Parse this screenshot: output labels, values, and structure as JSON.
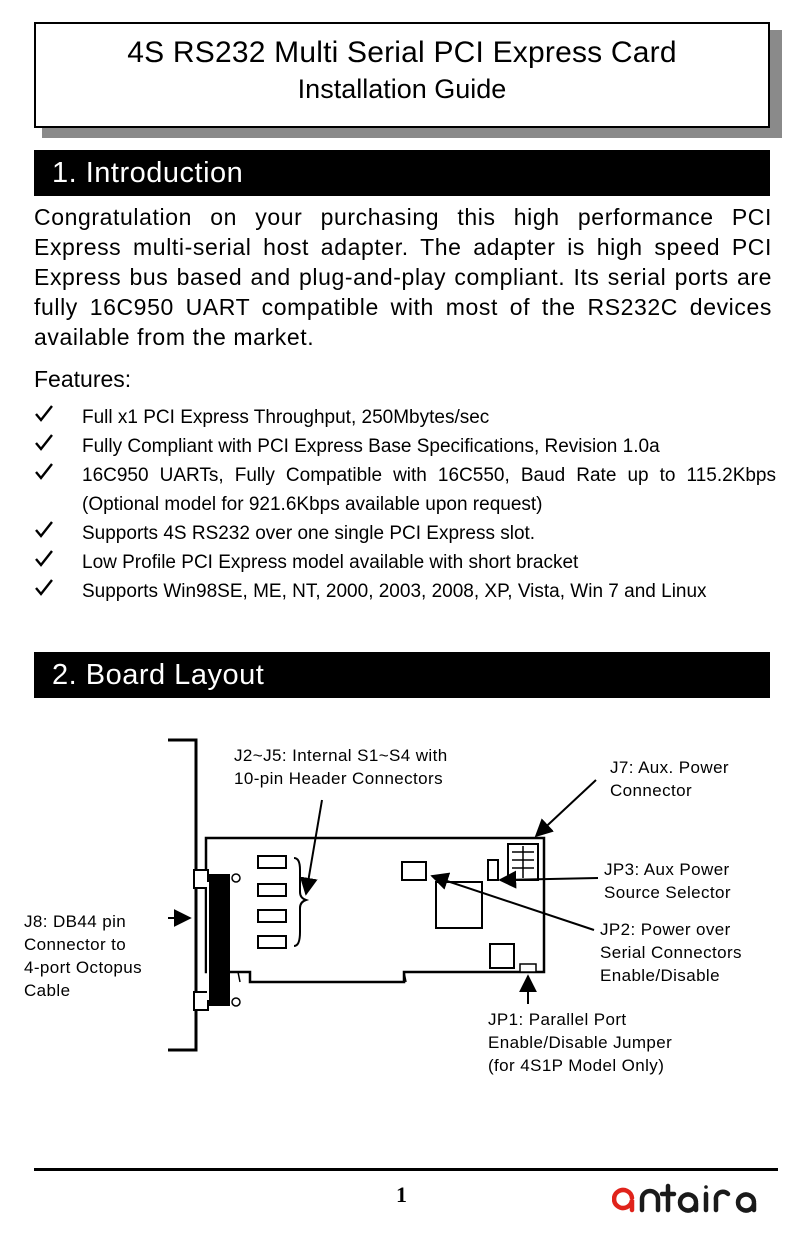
{
  "header": {
    "title": "4S RS232 Multi Serial PCI Express Card",
    "subtitle": "Installation Guide"
  },
  "sections": {
    "introduction": "1. Introduction",
    "board_layout": "2. Board Layout"
  },
  "intro": {
    "paragraph": "Congratulation on your purchasing this high performance PCI Express multi-serial host adapter. The adapter is high speed PCI Express bus based and plug-and-play compliant. Its serial ports are fully 16C950 UART compatible with most of the RS232C devices available from the market."
  },
  "features": {
    "label": "Features:",
    "items": [
      "Full x1 PCI Express Throughput, 250Mbytes/sec",
      "Fully Compliant with PCI Express Base Specifications, Revision 1.0a",
      "16C950 UARTs, Fully Compatible with 16C550, Baud Rate up to 115.2Kbps (Optional model for 921.6Kbps available upon request)",
      "Supports 4S RS232 over one single PCI Express slot.",
      "Low Profile PCI Express model available with short bracket",
      "Supports Win98SE, ME, NT, 2000, 2003, 2008, XP, Vista, Win 7 and Linux"
    ]
  },
  "board_labels": {
    "j2_j5_line1": "J2~J5: Internal S1~S4 with",
    "j2_j5_line2": "10-pin Header Connectors",
    "j7_line1": "J7: Aux. Power",
    "j7_line2": "Connector",
    "jp3_line1": "JP3: Aux Power",
    "jp3_line2": "Source Selector",
    "jp2_line1": "JP2: Power over",
    "jp2_line2": "Serial Connectors",
    "jp2_line3": "Enable/Disable",
    "j8_line1": "J8: DB44 pin",
    "j8_line2": "Connector to",
    "j8_line3": "4-port Octopus",
    "j8_line4": "Cable",
    "jp1_line1": "JP1: Parallel Port",
    "jp1_line2": "Enable/Disable Jumper",
    "jp1_line3": "(for 4S1P Model Only)"
  },
  "footer": {
    "page_number": "1",
    "brand": "antaira"
  }
}
